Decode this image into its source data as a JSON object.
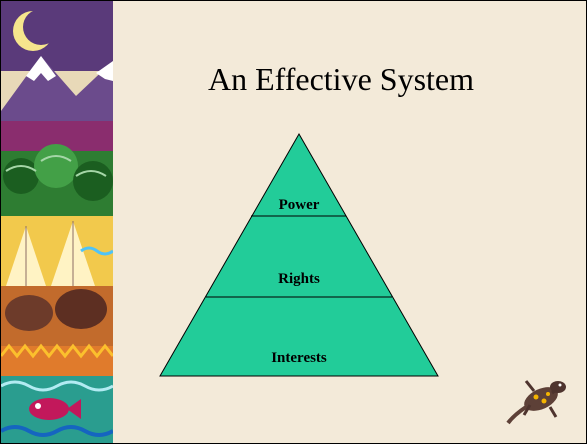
{
  "slide": {
    "title": "An Effective System"
  },
  "diagram": {
    "type": "pyramid",
    "tiers_top_to_bottom": [
      {
        "label": "Power"
      },
      {
        "label": "Rights"
      },
      {
        "label": "Interests"
      }
    ],
    "fill_color": "#22cc99",
    "outline_color": "#000000"
  },
  "decorations": {
    "left_strip": "illustrated landscape strip (moon, snowy mountains, trees, tipis, bison, fish)",
    "corner_icon": "lizard-icon"
  }
}
